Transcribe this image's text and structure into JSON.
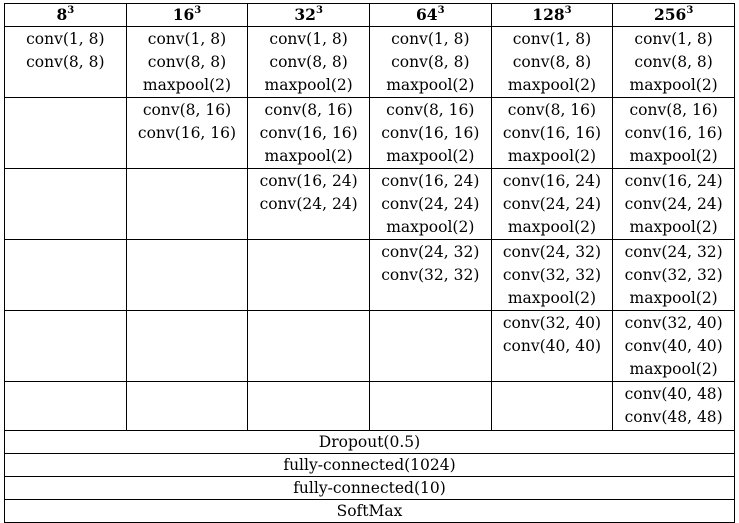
{
  "columns": [
    {
      "base": "8",
      "exp": "3"
    },
    {
      "base": "16",
      "exp": "3"
    },
    {
      "base": "32",
      "exp": "3"
    },
    {
      "base": "64",
      "exp": "3"
    },
    {
      "base": "128",
      "exp": "3"
    },
    {
      "base": "256",
      "exp": "3"
    }
  ],
  "blocks": [
    [
      [
        "conv(1, 8)",
        "conv(8, 8)"
      ],
      [
        "conv(1, 8)",
        "conv(8, 8)",
        "maxpool(2)"
      ],
      [
        "conv(1, 8)",
        "conv(8, 8)",
        "maxpool(2)"
      ],
      [
        "conv(1, 8)",
        "conv(8, 8)",
        "maxpool(2)"
      ],
      [
        "conv(1, 8)",
        "conv(8, 8)",
        "maxpool(2)"
      ],
      [
        "conv(1, 8)",
        "conv(8, 8)",
        "maxpool(2)"
      ]
    ],
    [
      [],
      [
        "conv(8, 16)",
        "conv(16, 16)"
      ],
      [
        "conv(8, 16)",
        "conv(16, 16)",
        "maxpool(2)"
      ],
      [
        "conv(8, 16)",
        "conv(16, 16)",
        "maxpool(2)"
      ],
      [
        "conv(8, 16)",
        "conv(16, 16)",
        "maxpool(2)"
      ],
      [
        "conv(8, 16)",
        "conv(16, 16)",
        "maxpool(2)"
      ]
    ],
    [
      [],
      [],
      [
        "conv(16, 24)",
        "conv(24, 24)"
      ],
      [
        "conv(16, 24)",
        "conv(24, 24)",
        "maxpool(2)"
      ],
      [
        "conv(16, 24)",
        "conv(24, 24)",
        "maxpool(2)"
      ],
      [
        "conv(16, 24)",
        "conv(24, 24)",
        "maxpool(2)"
      ]
    ],
    [
      [],
      [],
      [],
      [
        "conv(24, 32)",
        "conv(32, 32)"
      ],
      [
        "conv(24, 32)",
        "conv(32, 32)",
        "maxpool(2)"
      ],
      [
        "conv(24, 32)",
        "conv(32, 32)",
        "maxpool(2)"
      ]
    ],
    [
      [],
      [],
      [],
      [],
      [
        "conv(32, 40)",
        "conv(40, 40)"
      ],
      [
        "conv(32, 40)",
        "conv(40, 40)",
        "maxpool(2)"
      ]
    ],
    [
      [],
      [],
      [],
      [],
      [],
      [
        "conv(40, 48)",
        "conv(48, 48)"
      ]
    ]
  ],
  "shared_layers": [
    "Dropout(0.5)",
    "fully-connected(1024)",
    "fully-connected(10)",
    "SoftMax"
  ]
}
